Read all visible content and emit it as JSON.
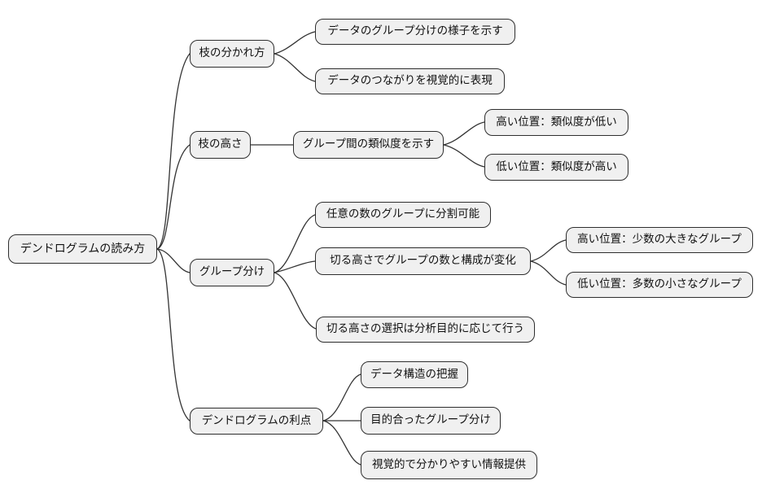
{
  "mindmap": {
    "type": "mindmap",
    "colors": {
      "background": "#ffffff",
      "node_fill": "#f0f0f0",
      "node_border": "#2e2e2e",
      "edge": "#333333",
      "text": "#111111"
    },
    "root": {
      "label": "デンドログラムの読み方",
      "children": [
        {
          "label": "枝の分かれ方",
          "children": [
            {
              "label": "データのグループ分けの様子を示す"
            },
            {
              "label": "データのつながりを視覚的に表現"
            }
          ]
        },
        {
          "label": "枝の高さ",
          "children": [
            {
              "label": "グループ間の類似度を示す",
              "children": [
                {
                  "label": "高い位置：類似度が低い"
                },
                {
                  "label": "低い位置：類似度が高い"
                }
              ]
            }
          ]
        },
        {
          "label": "グループ分け",
          "children": [
            {
              "label": "任意の数のグループに分割可能"
            },
            {
              "label": "切る高さでグループの数と構成が変化",
              "children": [
                {
                  "label": "高い位置：少数の大きなグループ"
                },
                {
                  "label": "低い位置：多数の小さなグループ"
                }
              ]
            },
            {
              "label": "切る高さの選択は分析目的に応じて行う"
            }
          ]
        },
        {
          "label": "デンドログラムの利点",
          "children": [
            {
              "label": "データ構造の把握"
            },
            {
              "label": "目的合ったグループ分け"
            },
            {
              "label": "視覚的で分かりやすい情報提供"
            }
          ]
        }
      ]
    }
  }
}
